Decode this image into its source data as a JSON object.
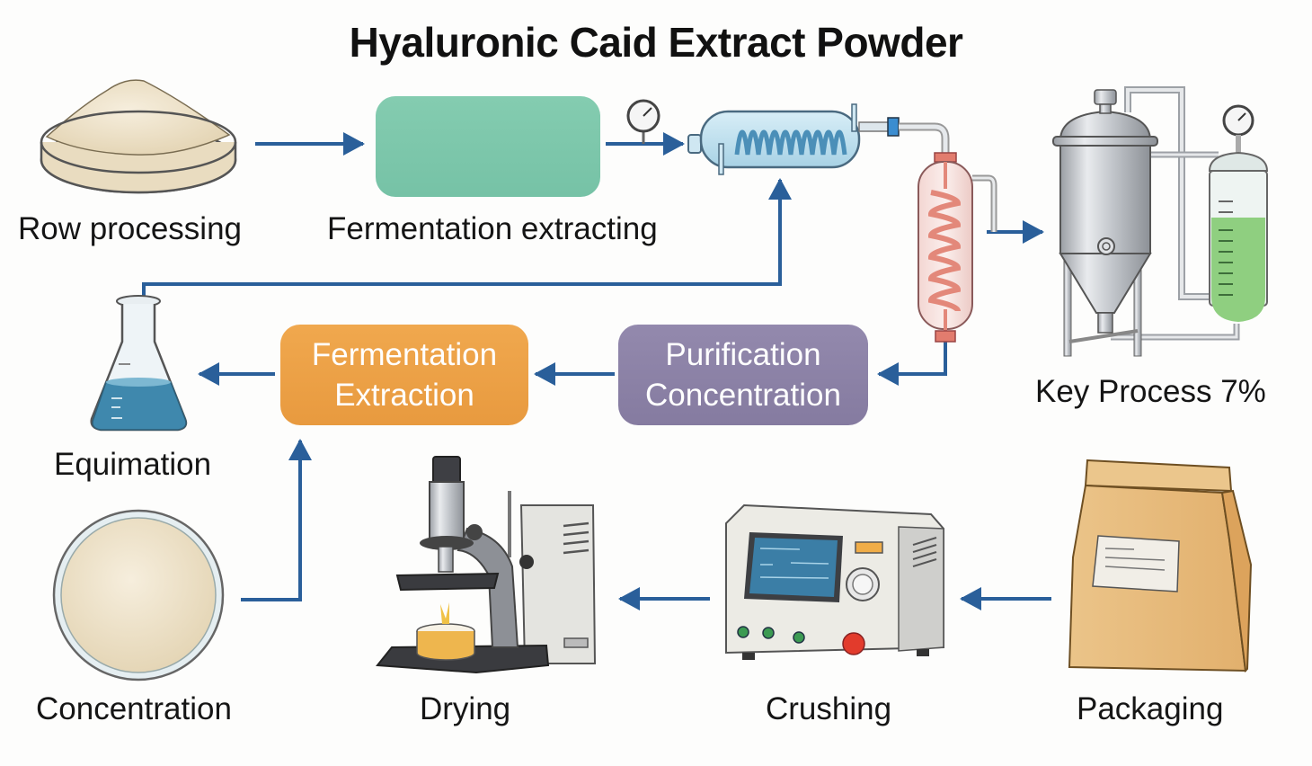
{
  "title": "Hyaluronic Caid Extract Powder",
  "colors": {
    "arrow": "#2a5f9a",
    "teal_box": "#7dc6aa",
    "orange_box": "#ec9f45",
    "purple_box": "#8c82a7",
    "condenser_blue": "#a9d4e6",
    "coil_red": "#e58a7c",
    "tank_green": "#8fcf80"
  },
  "steps": {
    "row_processing": {
      "label": "Row processing",
      "icon": "powder-dish-icon"
    },
    "fermentation_extracting": {
      "label": "Fermentation extracting",
      "icon": "laptop-icon"
    },
    "key_process": {
      "label": "Key Process 7%",
      "icon": "fermentation-tank-icon"
    },
    "purification_concentration": {
      "line1": "Purification",
      "line2": "Concentration"
    },
    "fermentation_extraction": {
      "line1": "Fermentation",
      "line2": "Extraction"
    },
    "equimation": {
      "label": "Equimation",
      "icon": "erlenmeyer-flask-icon"
    },
    "concentration": {
      "label": "Concentration",
      "icon": "powder-bowl-icon"
    },
    "drying": {
      "label": "Drying",
      "icon": "microscope-dryer-icon"
    },
    "crushing": {
      "label": "Crushing",
      "icon": "control-unit-icon"
    },
    "packaging": {
      "label": "Packaging",
      "icon": "paper-bag-icon"
    }
  },
  "equipment": {
    "condenser_horizontal": "coil-condenser-icon",
    "condenser_vertical": "heat-exchanger-icon",
    "pressure_gauge": "pressure-gauge-icon"
  }
}
